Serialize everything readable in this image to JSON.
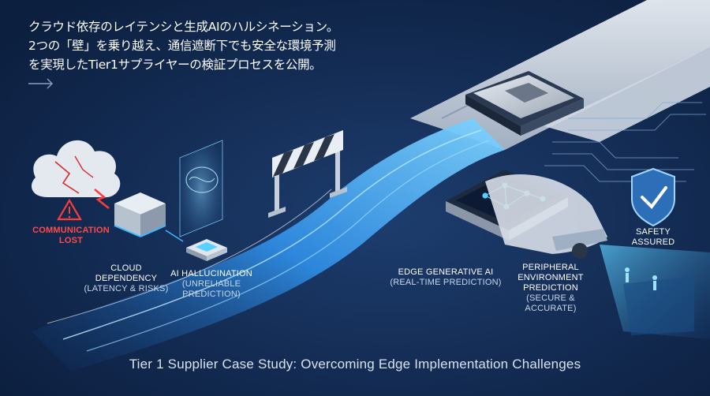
{
  "heading": {
    "line1": "クラウド依存のレイテンシと生成AIのハルシネーション。",
    "line2": "2つの「壁」を乗り越え、通信遮断下でも安全な環境予測",
    "line3": "を実現したTier1サプライヤーの検証プロセスを公開。"
  },
  "labels": {
    "communication_lost": [
      "COMMUNICATION",
      "LOST"
    ],
    "cloud_dependency": [
      "CLOUD",
      "DEPENDENCY",
      "(LATENCY & RISKS)"
    ],
    "ai_hallucination": [
      "AI HALLUCINATION",
      "(UNRELIABLE",
      "PREDICTION)"
    ],
    "edge_generative_ai": [
      "EDGE GENERATIVE AI",
      "(REAL-TIME PREDICTION)"
    ],
    "peripheral_prediction": [
      "PERIPHERAL",
      "ENVIRONMENT",
      "PREDICTION",
      "(SECURE &",
      "ACCURATE)"
    ],
    "safety_assured": [
      "SAFETY",
      "ASSURED"
    ]
  },
  "footer": "Tier 1 Supplier Case Study: Overcoming Edge Implementation Challenges",
  "colors": {
    "background": "#0f2447",
    "accent_blue": "#3fb6ff",
    "alert_red": "#ff4a4a"
  },
  "icons": [
    "arrow-right-icon",
    "cloud-icon",
    "warning-icon",
    "lightning-icon",
    "server-cube-icon",
    "brain-hologram-icon",
    "barrier-icon",
    "chip-icon",
    "neural-network-icon",
    "car-icon",
    "shield-check-icon",
    "pedestrian-icon"
  ]
}
